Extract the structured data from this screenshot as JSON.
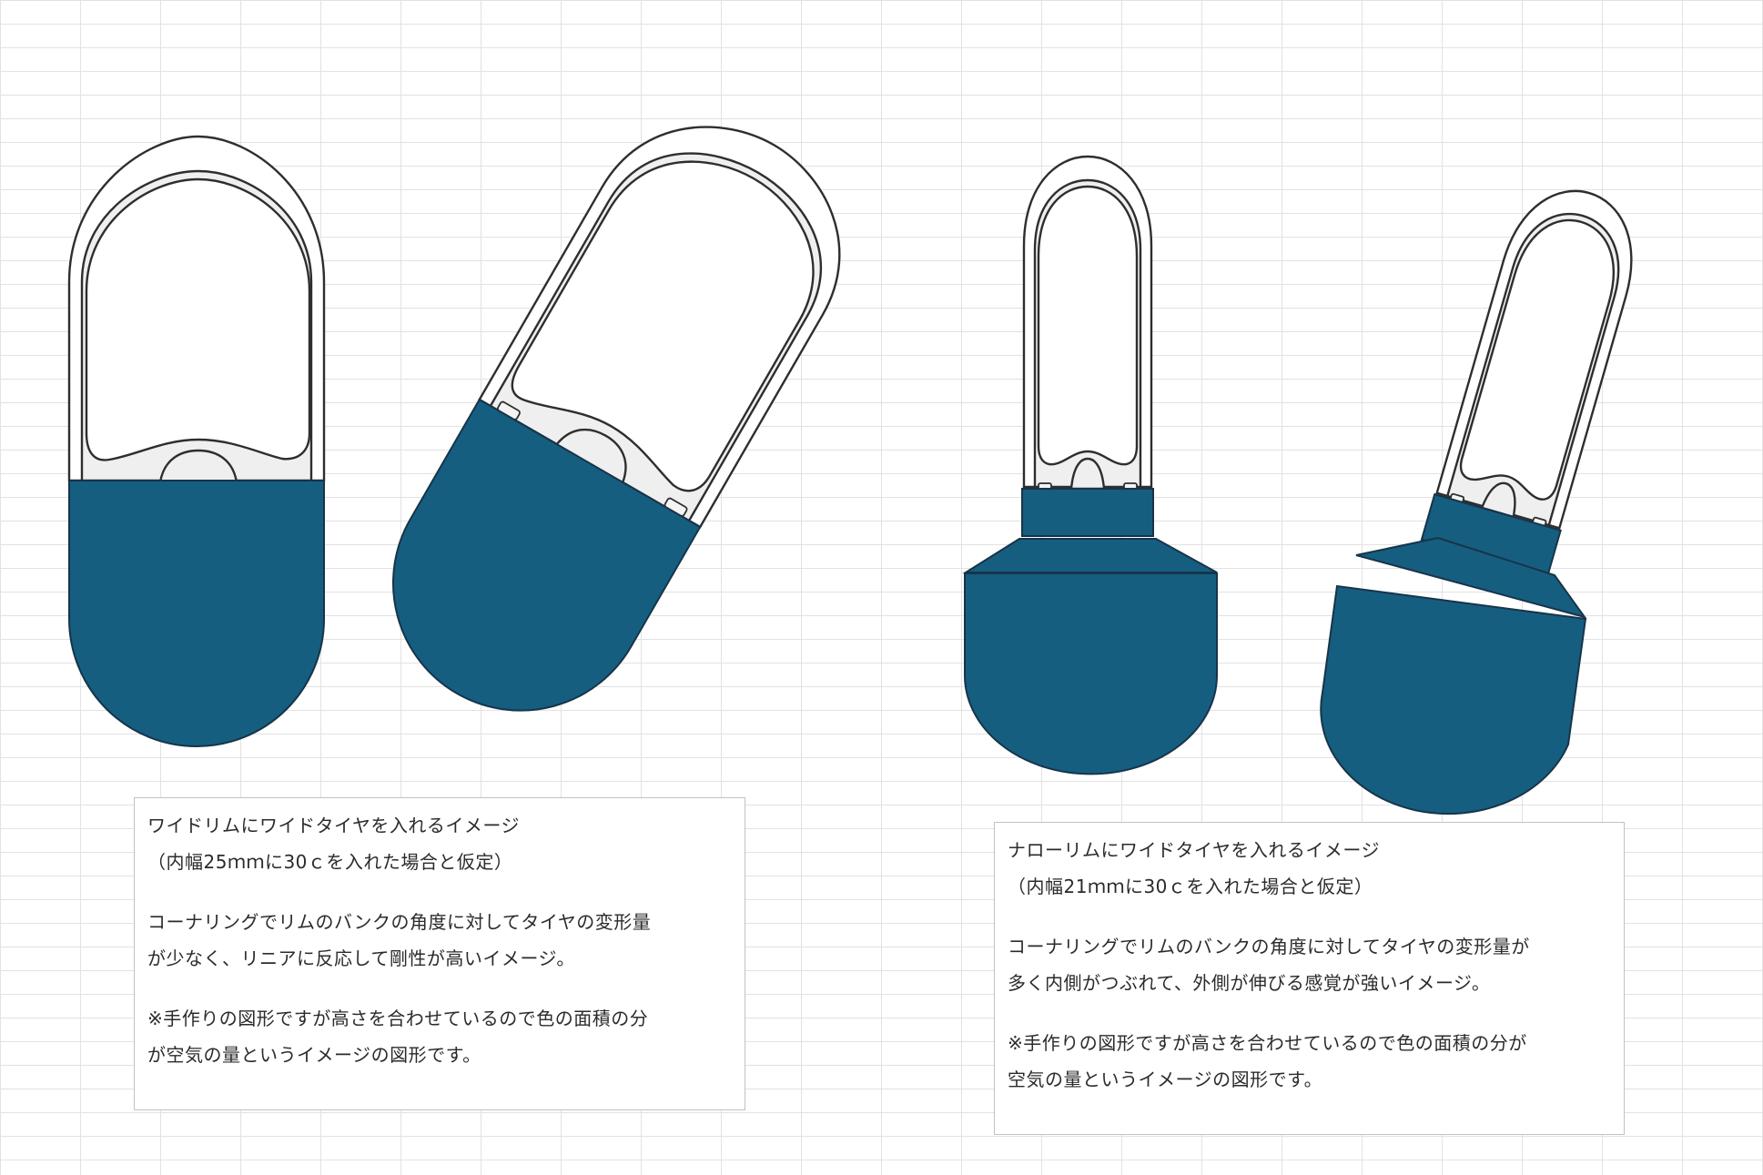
{
  "colors": {
    "air_fill": "#155e80",
    "air_stroke": "#173449",
    "tire_stroke": "#2e2e2e",
    "rim_fill": "#efefef",
    "grid_line": "#e2e2e2"
  },
  "captions": {
    "wide": {
      "title": "ワイドリムにワイドタイヤを入れるイメージ",
      "condition": "（内幅25ｍｍに30ｃを入れた場合と仮定）",
      "desc_line1": "コーナリングでリムのバンクの角度に対してタイヤの変形量",
      "desc_line2": "が少なく、リニアに反応して剛性が高いイメージ。",
      "note_line1": "※手作りの図形ですが高さを合わせているので色の面積の分",
      "note_line2": "が空気の量というイメージの図形です。"
    },
    "narrow": {
      "title": "ナローリムにワイドタイヤを入れるイメージ",
      "condition": "（内幅21ｍｍに30ｃを入れた場合と仮定）",
      "desc_line1": "コーナリングでリムのバンクの角度に対してタイヤの変形量が",
      "desc_line2": "多く内側がつぶれて、外側が伸びる感覚が強いイメージ。",
      "note_line1": "※手作りの図形ですが高さを合わせているので色の面積の分が",
      "note_line2": "空気の量というイメージの図形です。"
    }
  }
}
